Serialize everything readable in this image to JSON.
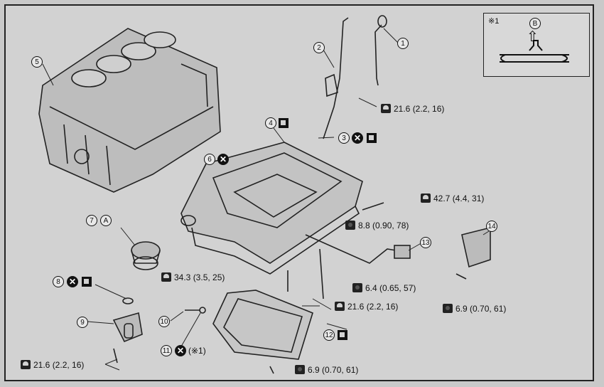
{
  "callouts": {
    "c1": "1",
    "c2": "2",
    "c3": "3",
    "c4": "4",
    "c5": "5",
    "c6": "6",
    "c7": "7",
    "c8": "8",
    "c9": "9",
    "c10": "10",
    "c11": "11",
    "c12": "12",
    "c13": "13",
    "c14": "14",
    "cA": "A",
    "cB": "B"
  },
  "inset": {
    "note": "※1"
  },
  "torques": {
    "t1": "21.6 (2.2, 16)",
    "t2": "42.7 (4.4, 31)",
    "t3": "8.8 (0.90, 78)",
    "t4": "6.4 (0.65, 57)",
    "t5": "34.3 (3.5, 25)",
    "t6": "21.6 (2.2, 16)",
    "t7": "6.9 (0.70, 61)",
    "t8": "21.6 (2.2, 16)",
    "t9": "6.9 (0.70, 61)"
  },
  "ref11": "(※1)",
  "symbols": {
    "x": "✕"
  }
}
